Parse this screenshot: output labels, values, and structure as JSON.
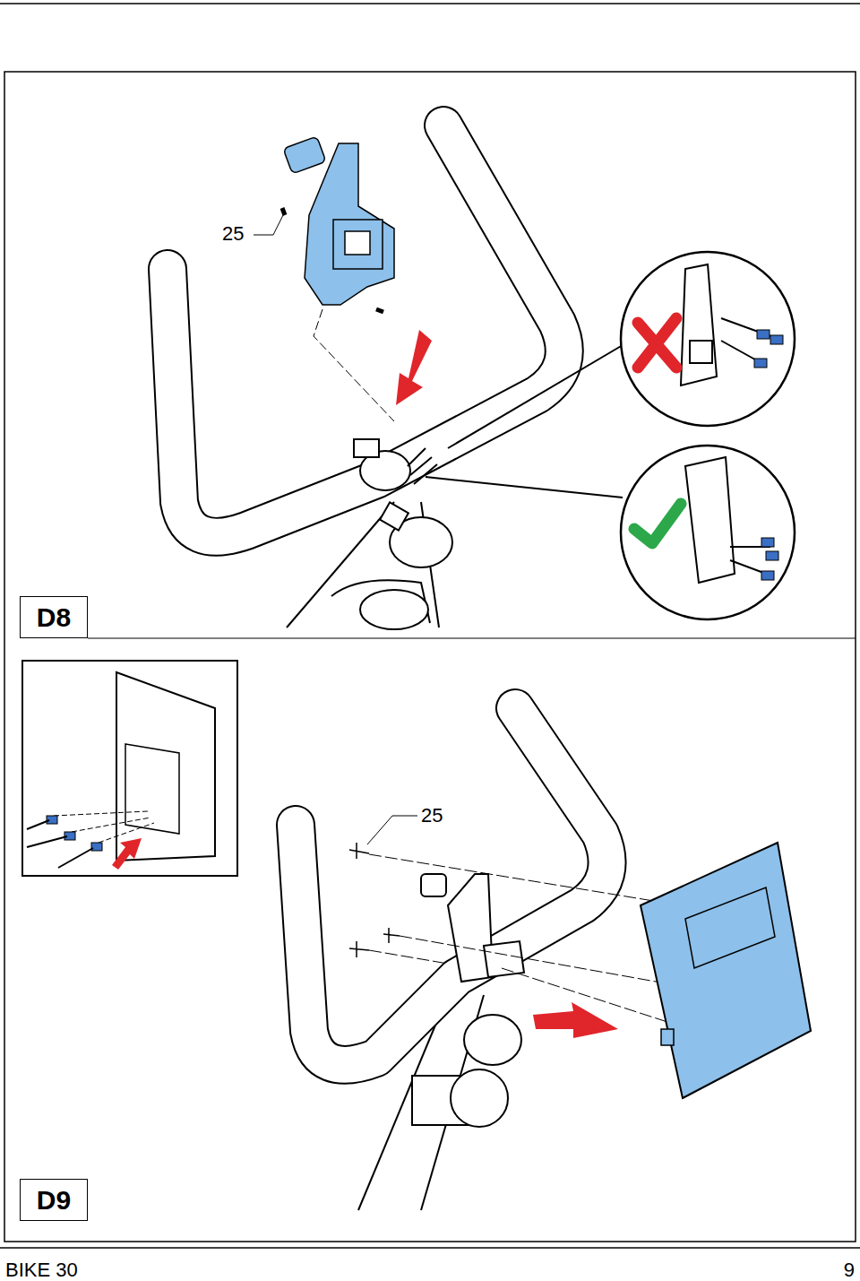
{
  "diagram": {
    "nodes": [
      {
        "text": [
          "D8"
        ]
      },
      {
        "text": [
          "D9"
        ]
      }
    ],
    "labels": [
      "25",
      "25",
      "BIKE 30",
      "9"
    ]
  }
}
